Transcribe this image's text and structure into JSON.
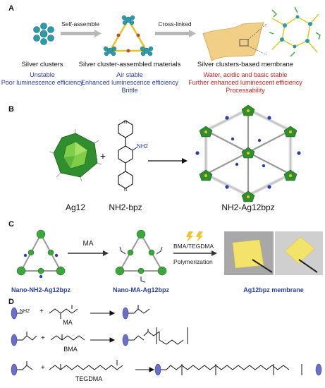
{
  "panels": {
    "A": {
      "letter": "A",
      "stages": [
        {
          "title": "Silver clusters",
          "notes": [
            "Unstable",
            "Poor luminescence efficiency"
          ],
          "note_color": "#2a3fa6"
        },
        {
          "title": "Silver cluster-assembled materials",
          "notes": [
            "Air stable",
            "Enhanced luminescence efficiency",
            "Brittle"
          ],
          "note_color": "#2a3fa6"
        },
        {
          "title": "Silver clusters-based membrane",
          "notes": [
            "Water, acidic and basic stable",
            "Further enhanced luminescent efficiency",
            "Processability"
          ],
          "note_color": "#d21f1f"
        }
      ],
      "arrows": [
        "Self-assemble",
        "Cross-linked"
      ]
    },
    "B": {
      "letter": "B",
      "labels": {
        "cluster": "Ag12",
        "linker": "NH2-bpz",
        "product": "NH2-Ag12bpz",
        "amine": "NH2",
        "plus": "+"
      }
    },
    "C": {
      "letter": "C",
      "labels": {
        "start": "Nano-NH2-Ag12bpz",
        "mid": "Nano-MA-Ag12bpz",
        "membrane": "Ag12bpz membrane",
        "arrow1": "MA",
        "arrow2_top": "BMA/TEGDMA",
        "arrow2_bottom": "Polymerization"
      }
    },
    "D": {
      "letter": "D",
      "rows": [
        {
          "reagent": "MA",
          "amine": "NH2"
        },
        {
          "reagent": "BMA"
        },
        {
          "reagent": "TEGDMA"
        }
      ],
      "plus": "+"
    }
  },
  "colors": {
    "label_blue": "#2a3fa6",
    "label_red": "#d21f1f",
    "cluster_teal": "#2c9aa8",
    "cluster_green": "#3aa83c",
    "linker_yellow": "#e6c51e",
    "membrane_tan": "#f1cf86",
    "membrane_yellow": "#f4e36a",
    "photo_grey": "#9a9a9a",
    "chain_blue": "#6a6fc8"
  }
}
